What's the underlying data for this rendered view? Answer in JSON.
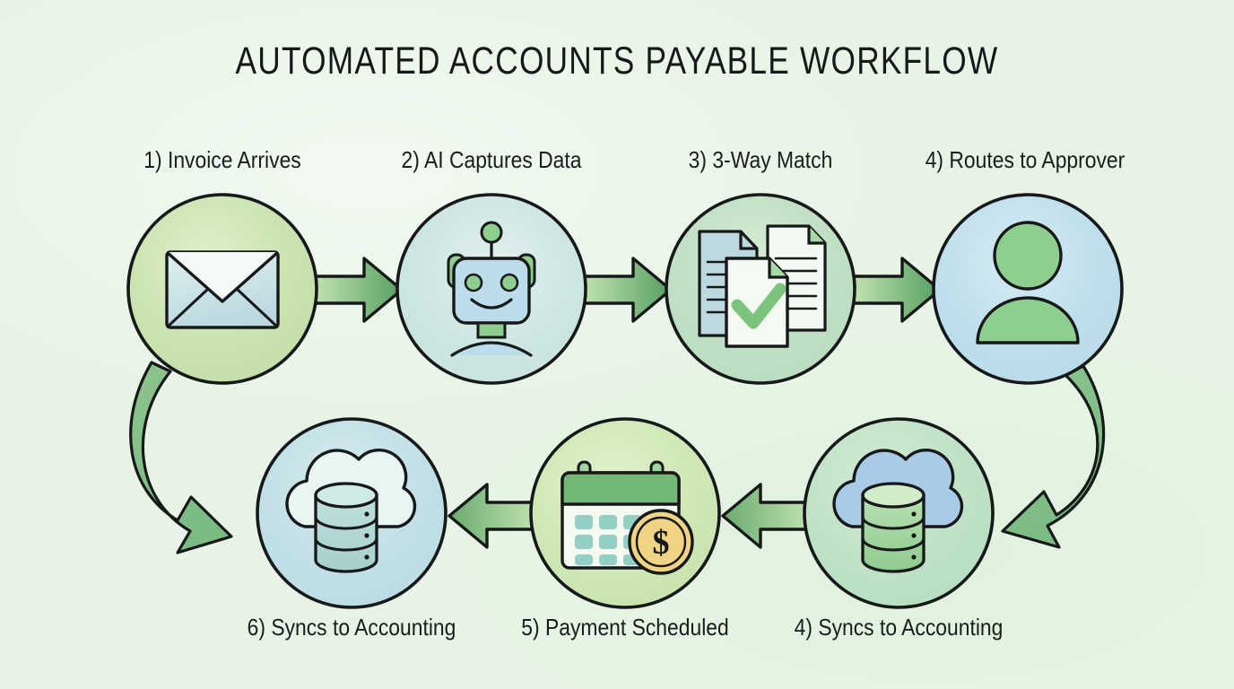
{
  "page": {
    "title": "AUTOMATED ACCOUNTS PAYABLE WORKFLOW",
    "background_color": "#e7f4e5",
    "ink_color": "#16181a"
  },
  "palette": {
    "arrow_light": "#b9e0a8",
    "arrow_dark": "#4f9a5e",
    "green_fill": "#8ecf90",
    "blue_fill": "#a8d3e4",
    "teal_fill": "#9ed3cc",
    "gold_fill": "#f0d384",
    "circle_green": "#cfe7b6",
    "circle_blue": "#c3e0ea",
    "circle_mint": "#cfe6d6"
  },
  "steps": [
    {
      "id": "step-1",
      "label": "1) Invoice Arrives",
      "icon": "envelope-icon",
      "row": "top",
      "circle_tint": "#cfe7b6"
    },
    {
      "id": "step-2",
      "label": "2) AI Captures Data",
      "icon": "robot-icon",
      "row": "top",
      "circle_tint": "#cfe6e4"
    },
    {
      "id": "step-3",
      "label": "3) 3-Way Match",
      "icon": "documents-check-icon",
      "row": "top",
      "circle_tint": "#c6e2c7"
    },
    {
      "id": "step-4",
      "label": "4) Routes to Approver",
      "icon": "person-icon",
      "row": "top",
      "circle_tint": "#c3e0ea"
    },
    {
      "id": "step-5",
      "label": "6) Syncs to Accounting",
      "icon": "cloud-database-icon",
      "row": "bottom",
      "circle_tint": "#c9e3e9"
    },
    {
      "id": "step-6",
      "label": "5) Payment Scheduled",
      "icon": "calendar-coin-icon",
      "row": "bottom",
      "circle_tint": "#d2e8b8"
    },
    {
      "id": "step-7",
      "label": "4) Syncs to Accounting",
      "icon": "cloud-database-icon",
      "row": "bottom",
      "circle_tint": "#c6e5cd"
    }
  ],
  "connectors": [
    {
      "id": "arrow-1-2",
      "type": "straight",
      "direction": "right"
    },
    {
      "id": "arrow-2-3",
      "type": "straight",
      "direction": "right"
    },
    {
      "id": "arrow-3-4",
      "type": "straight",
      "direction": "right"
    },
    {
      "id": "arrow-4-7",
      "type": "curved",
      "direction": "down-left"
    },
    {
      "id": "arrow-7-6",
      "type": "straight",
      "direction": "left"
    },
    {
      "id": "arrow-6-5",
      "type": "straight",
      "direction": "left"
    },
    {
      "id": "arrow-1-5",
      "type": "curved",
      "direction": "down-right"
    }
  ]
}
